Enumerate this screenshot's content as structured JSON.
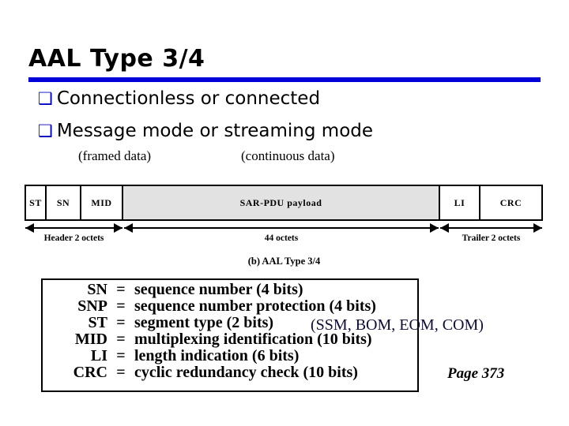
{
  "slide": {
    "title": "AAL Type 3/4",
    "accent_color": "#0000d8",
    "page_label": "Page 373"
  },
  "bullets": [
    {
      "marker": "❑",
      "text": "Connectionless or connected"
    },
    {
      "marker": "❑",
      "text": "Message mode or streaming mode"
    }
  ],
  "sub_captions": {
    "framed": "(framed data)",
    "continuous": "(continuous data)"
  },
  "pdu_figure": {
    "caption": "(b) AAL Type 3/4",
    "payload_fill": "#e2e2e2",
    "cells": [
      {
        "label": "ST",
        "shaded": false
      },
      {
        "label": "SN",
        "shaded": false
      },
      {
        "label": "MID",
        "shaded": false
      },
      {
        "label": "SAR-PDU payload",
        "shaded": true
      },
      {
        "label": "LI",
        "shaded": false
      },
      {
        "label": "CRC",
        "shaded": false
      }
    ],
    "measures": [
      {
        "label": "Header 2 octets"
      },
      {
        "label": "44 octets"
      },
      {
        "label": "Trailer 2 octets"
      }
    ]
  },
  "legend": {
    "equals": "=",
    "rows": [
      {
        "abbr": "SN",
        "desc": "sequence number (4 bits)"
      },
      {
        "abbr": "SNP",
        "desc": "sequence number protection (4 bits)"
      },
      {
        "abbr": "ST",
        "desc": "segment type (2 bits)"
      },
      {
        "abbr": "MID",
        "desc": "multiplexing identification (10 bits)"
      },
      {
        "abbr": "LI",
        "desc": "length indication (6 bits)"
      },
      {
        "abbr": "CRC",
        "desc": "cyclic redundancy check (10 bits)"
      }
    ],
    "st_annotation": "(SSM, BOM, EOM, COM)"
  }
}
